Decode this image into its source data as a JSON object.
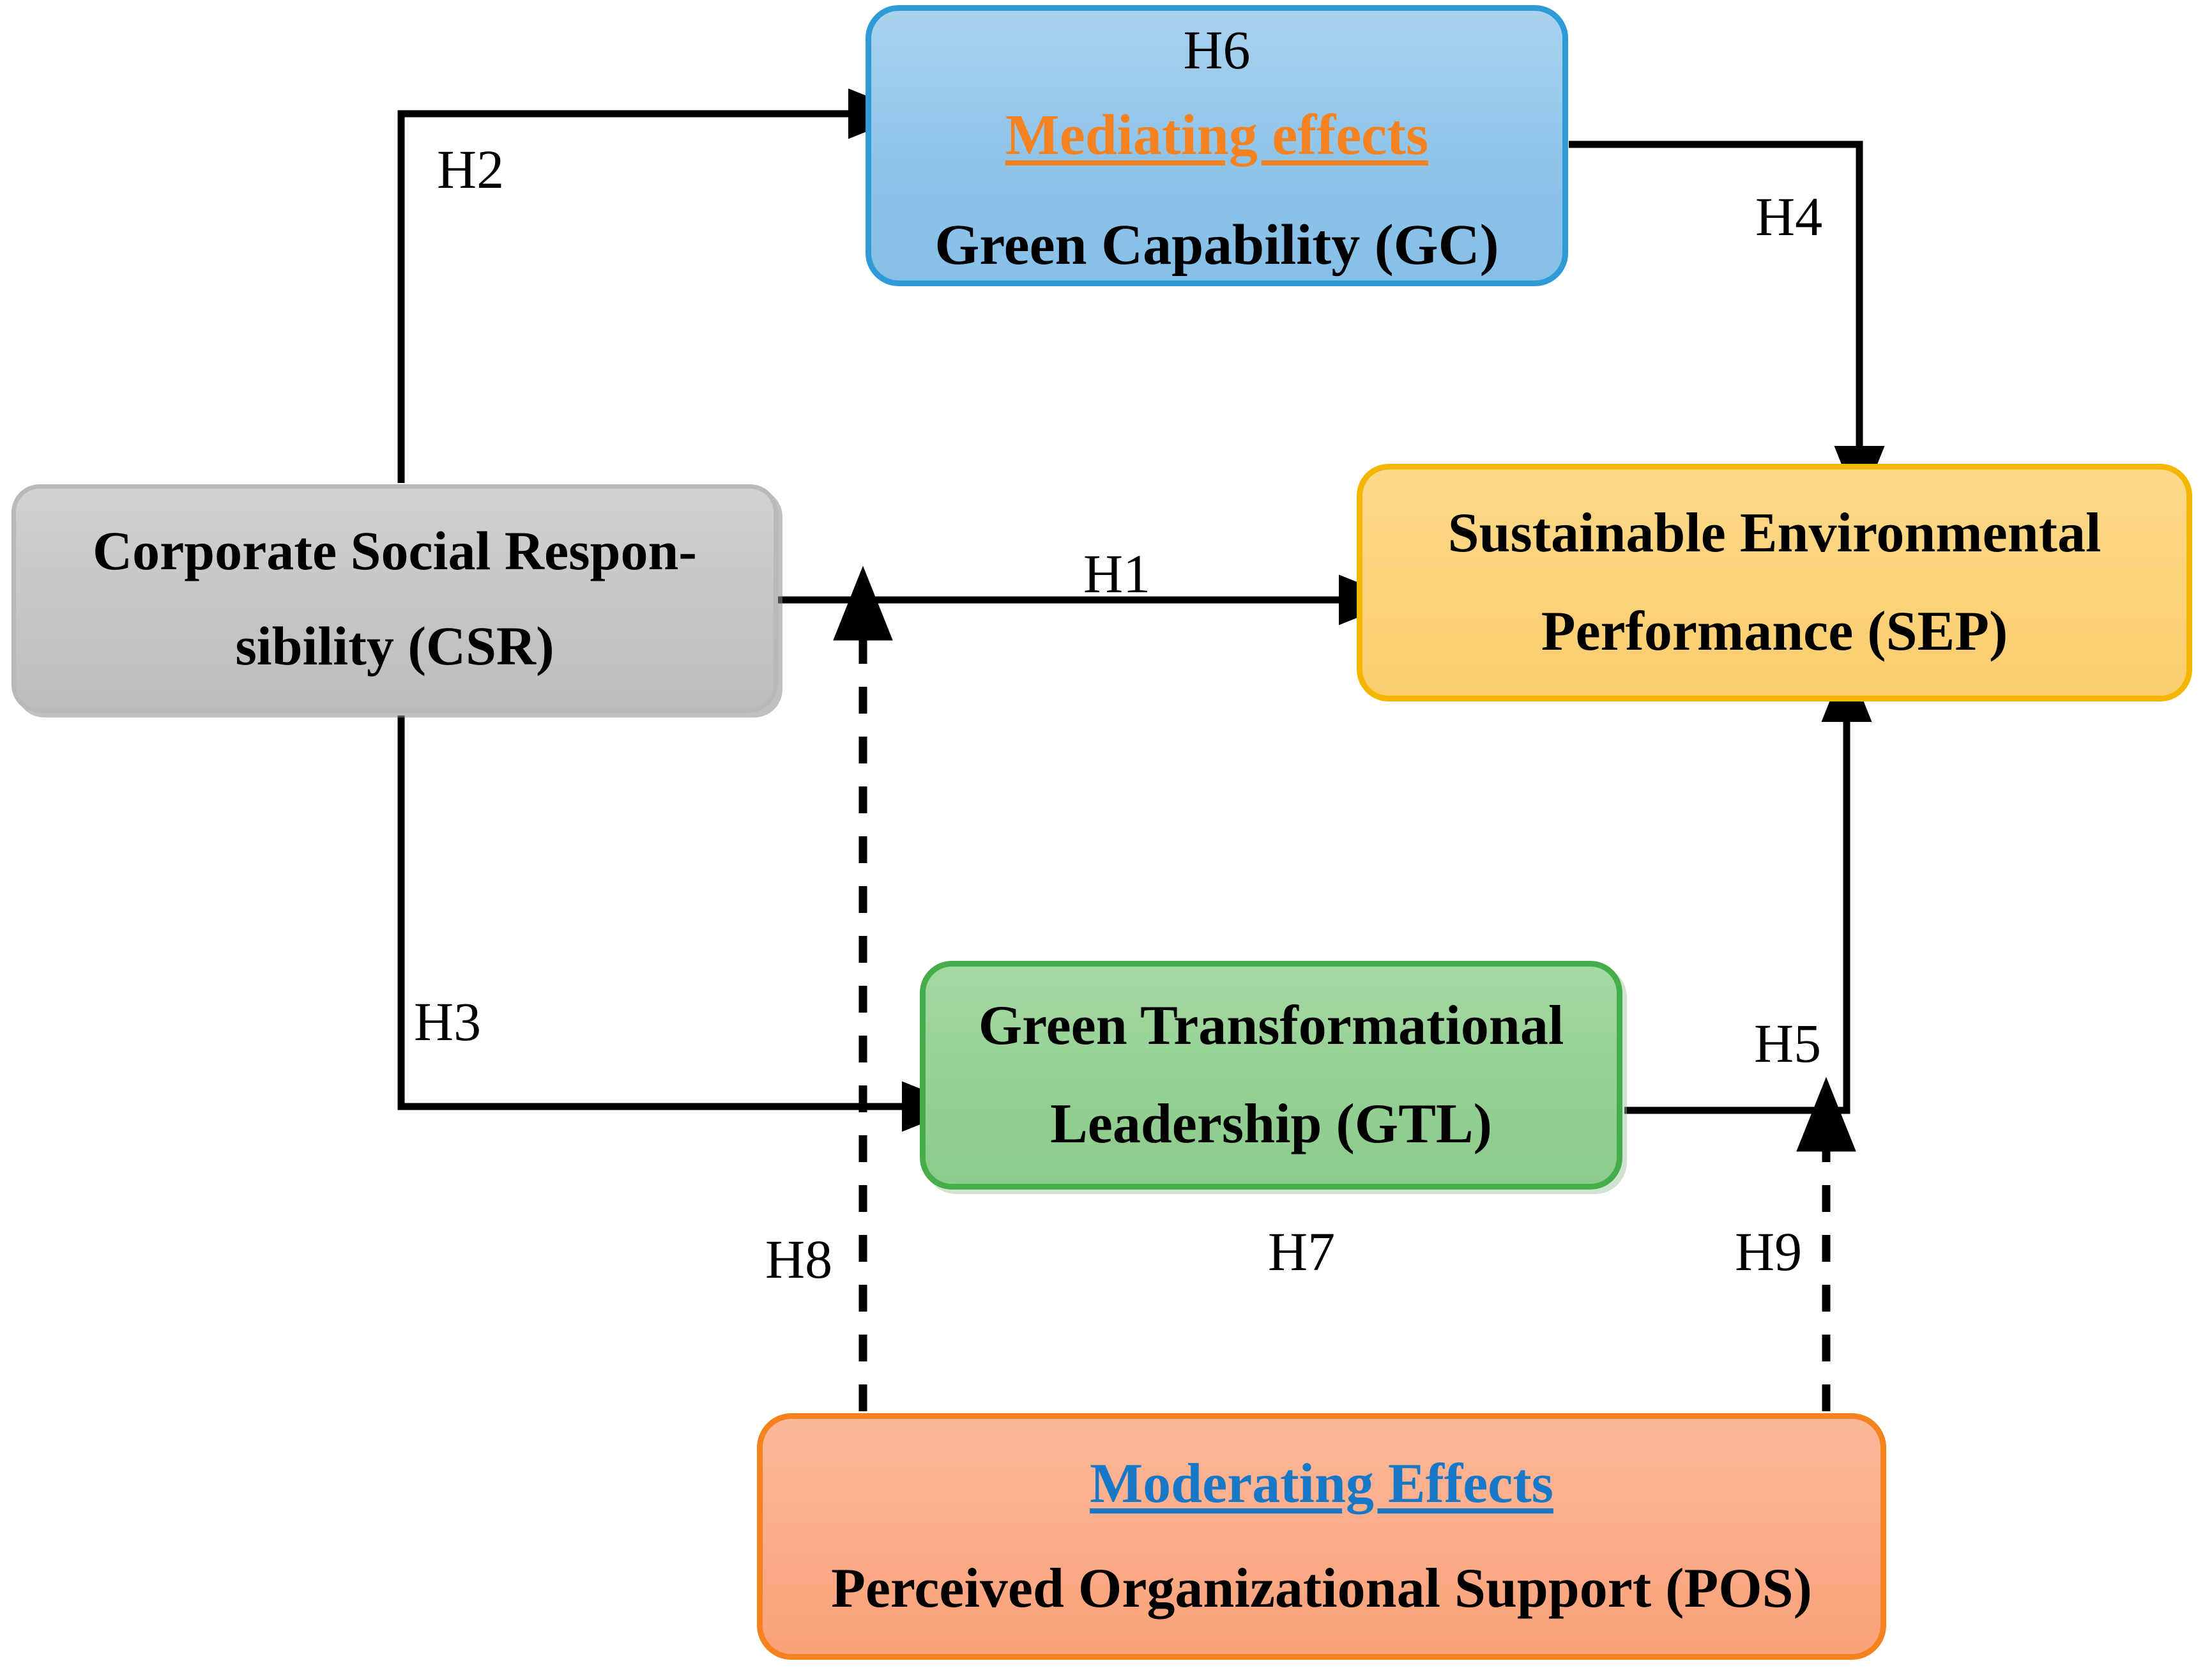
{
  "diagram": {
    "title": "Conceptual research model",
    "background": "#ffffff"
  },
  "nodes": {
    "gc": {
      "id": "green-capability",
      "hypothesis": "H6",
      "subtitle": "Mediating effects",
      "label": "Green Capability (GC)",
      "fill": "#8fc4ea",
      "border": "#2e9bd6",
      "subtitle_color": "#f58220",
      "shape": "rounded-rectangle"
    },
    "csr": {
      "id": "corporate-social-responsibility",
      "label_line1": "Corporate Social Respon-",
      "label_line2": "sibility (CSR)",
      "fill": "#c6c6c6",
      "border": "#b9b9b9",
      "shape": "rounded-rectangle"
    },
    "sep": {
      "id": "sustainable-environmental-performance",
      "label_line1": "Sustainable Environmental",
      "label_line2": "Performance (SEP)",
      "fill": "#fcd37b",
      "border": "#f5b600",
      "shape": "rounded-rectangle"
    },
    "gtl": {
      "id": "green-transformational-leadership",
      "label_line1": "Green Transformational",
      "label_line2": "Leadership (GTL)",
      "fill": "#96d195",
      "border": "#45ad4a",
      "shape": "rounded-rectangle"
    },
    "pos": {
      "id": "perceived-organizational-support",
      "subtitle": "Moderating Effects",
      "label": "Perceived Organizational Support (POS)",
      "fill": "#fbab88",
      "border": "#f5821f",
      "subtitle_color": "#1878c8",
      "shape": "rounded-rectangle"
    }
  },
  "edges": {
    "h1": {
      "label": "H1",
      "from": "csr",
      "to": "sep",
      "style": "solid",
      "arrow": "end"
    },
    "h2": {
      "label": "H2",
      "from": "csr",
      "to": "gc",
      "style": "solid",
      "arrow": "end"
    },
    "h3": {
      "label": "H3",
      "from": "csr",
      "to": "gtl",
      "style": "solid",
      "arrow": "end"
    },
    "h4": {
      "label": "H4",
      "from": "gc",
      "to": "sep",
      "style": "solid",
      "arrow": "end"
    },
    "h5": {
      "label": "H5",
      "from": "gtl",
      "to": "sep",
      "style": "solid",
      "arrow": "end"
    },
    "h6": {
      "label": "H6",
      "from": "csr",
      "to": "sep",
      "style": "mediating",
      "via": "gc"
    },
    "h7": {
      "label": "H7",
      "from": "csr",
      "to": "sep",
      "style": "mediating",
      "via": "gtl"
    },
    "h8": {
      "label": "H8",
      "from": "pos",
      "to": "h1-path",
      "style": "dashed",
      "arrow": "end"
    },
    "h9": {
      "label": "H9",
      "from": "pos",
      "to": "h5-path",
      "style": "dashed",
      "arrow": "end"
    }
  },
  "colors": {
    "stroke": "#000000",
    "mediating_accent": "#f58220",
    "moderating_accent": "#1878c8"
  }
}
